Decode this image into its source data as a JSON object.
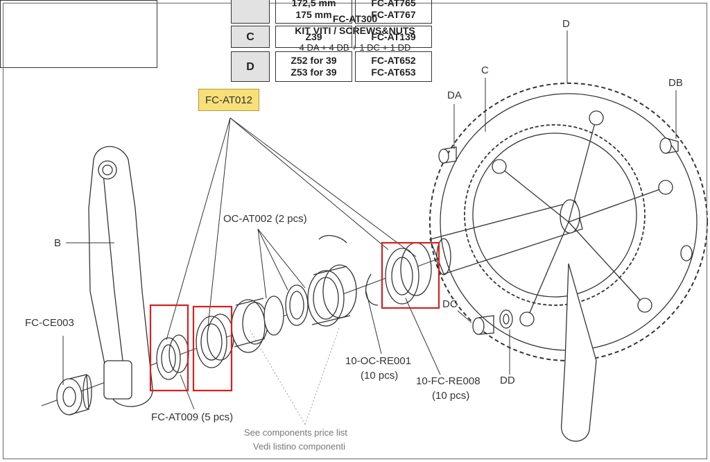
{
  "kit": {
    "code": "FC-AT300",
    "title": "KIT VITI / SCREWS&NUTS",
    "contents": "4 DA + 4 DB + 1 DC + 1 DD"
  },
  "table": {
    "rows": [
      {
        "key": "",
        "desc_1": "172,5 mm",
        "desc_2": "175 mm",
        "code_1": "FC-AT765",
        "code_2": "FC-AT767"
      },
      {
        "key": "C",
        "desc_1": "Z39",
        "code_1": "FC-AT139"
      },
      {
        "key": "D",
        "desc_1": "Z52 for 39",
        "desc_2": "Z53 for 39",
        "code_1": "FC-AT652",
        "code_2": "FC-AT653"
      }
    ]
  },
  "labels": {
    "fc_at012": "FC-AT012",
    "oc_at002": "OC-AT002 (2 pcs)",
    "b": "B",
    "fc_ce003": "FC-CE003",
    "fc_at009": "FC-AT009 (5 pcs)",
    "oc_re001_code": "10-OC-RE001",
    "oc_re001_qty": "(10 pcs)",
    "fc_re008_code": "10-FC-RE008",
    "fc_re008_qty": "(10 pcs)",
    "c": "C",
    "d": "D",
    "da": "DA",
    "db": "DB",
    "dc": "DC",
    "dd": "DD",
    "see_list_en": "See components price list",
    "see_list_it": "Vedi listino componenti"
  },
  "colors": {
    "highlight": "#f7df7a",
    "red_box": "#d42020",
    "line": "#333333"
  }
}
